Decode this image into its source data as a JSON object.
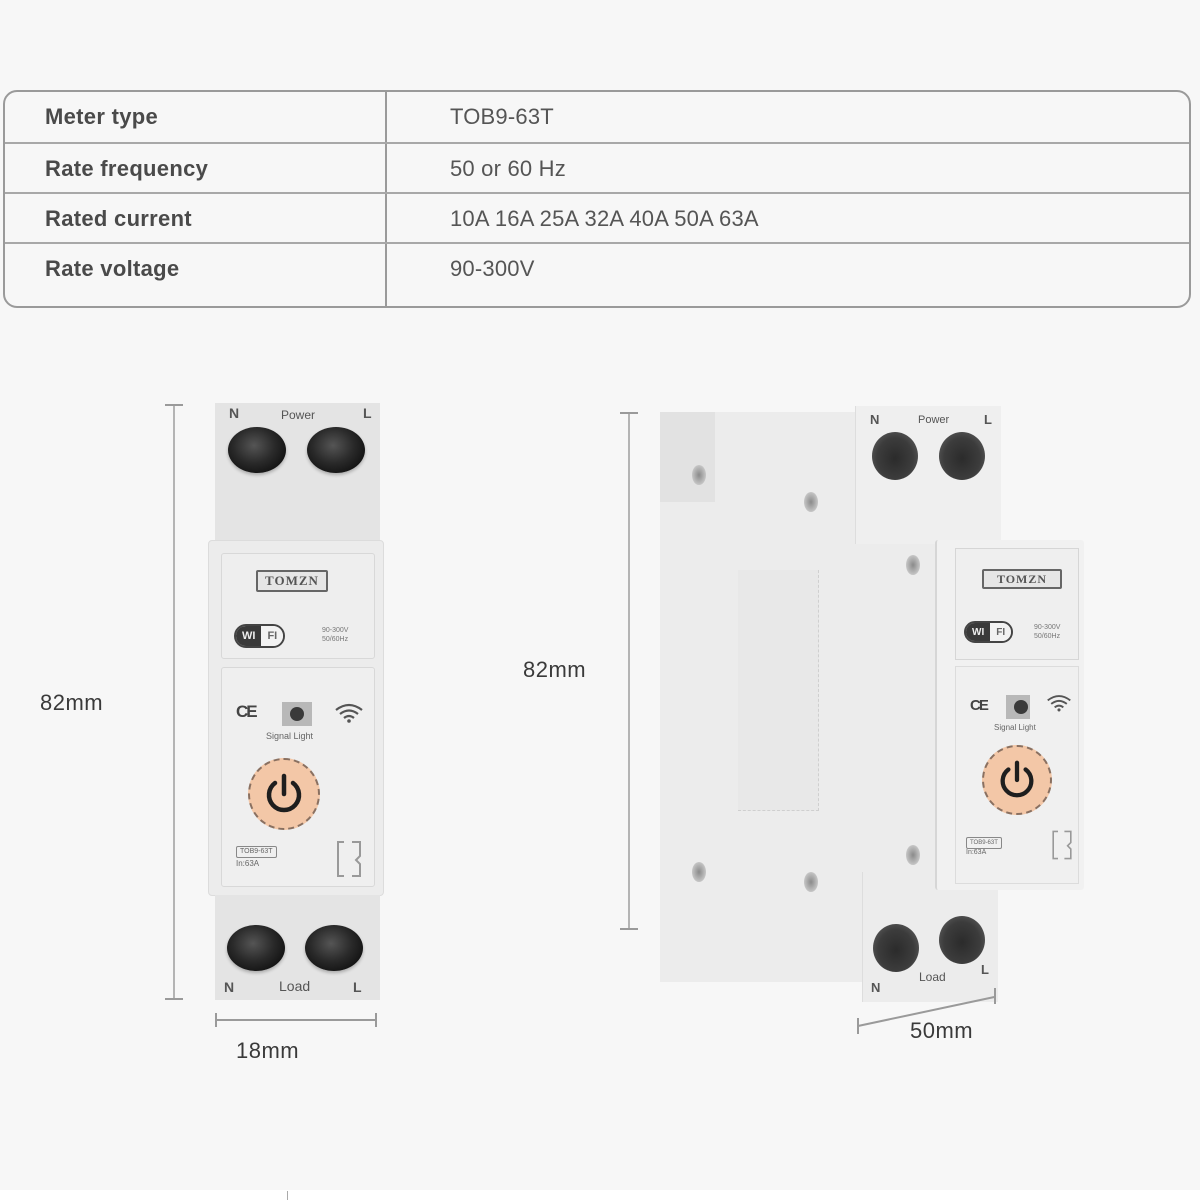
{
  "spec_table": {
    "rows": [
      {
        "label": "Meter type",
        "value": "TOB9-63T"
      },
      {
        "label": "Rate frequency",
        "value": "50 or 60 Hz"
      },
      {
        "label": "Rated current",
        "value": "10A 16A 25A 32A 40A 50A 63A"
      },
      {
        "label": "Rate voltage",
        "value": "90-300V"
      }
    ]
  },
  "front_view": {
    "height_label": "82mm",
    "width_label": "18mm",
    "top_terminals": {
      "left": "N",
      "center": "Power",
      "right": "L"
    },
    "bottom_terminals": {
      "left": "N",
      "center": "Load",
      "right": "L"
    },
    "brand": "TOMZN",
    "wifi_badge": {
      "left": "WI",
      "right": "FI"
    },
    "rating_text": {
      "line1": "90-300V",
      "line2": "50/60Hz"
    },
    "ce_mark": "CE",
    "signal_label": "Signal Light",
    "model_box": "TOB9-63T",
    "model_sub": "In:63A",
    "icons": [
      "power-icon",
      "wifi-icon",
      "ce-mark-icon",
      "signal-light-icon"
    ],
    "button_color": "#f3c7a7"
  },
  "side_view": {
    "height_label": "82mm",
    "depth_label": "50mm",
    "top_terminals": {
      "left": "N",
      "center": "Power",
      "right": "L"
    },
    "bottom_terminals": {
      "left": "N",
      "center": "Load",
      "right": "L"
    },
    "brand": "TOMZN",
    "wifi_badge": {
      "left": "WI",
      "right": "FI"
    },
    "rating_text": {
      "line1": "90-300V",
      "line2": "50/60Hz"
    },
    "ce_mark": "CE",
    "signal_label": "Signal Light",
    "model_box": "TOB9-63T",
    "model_sub": "In:63A"
  }
}
